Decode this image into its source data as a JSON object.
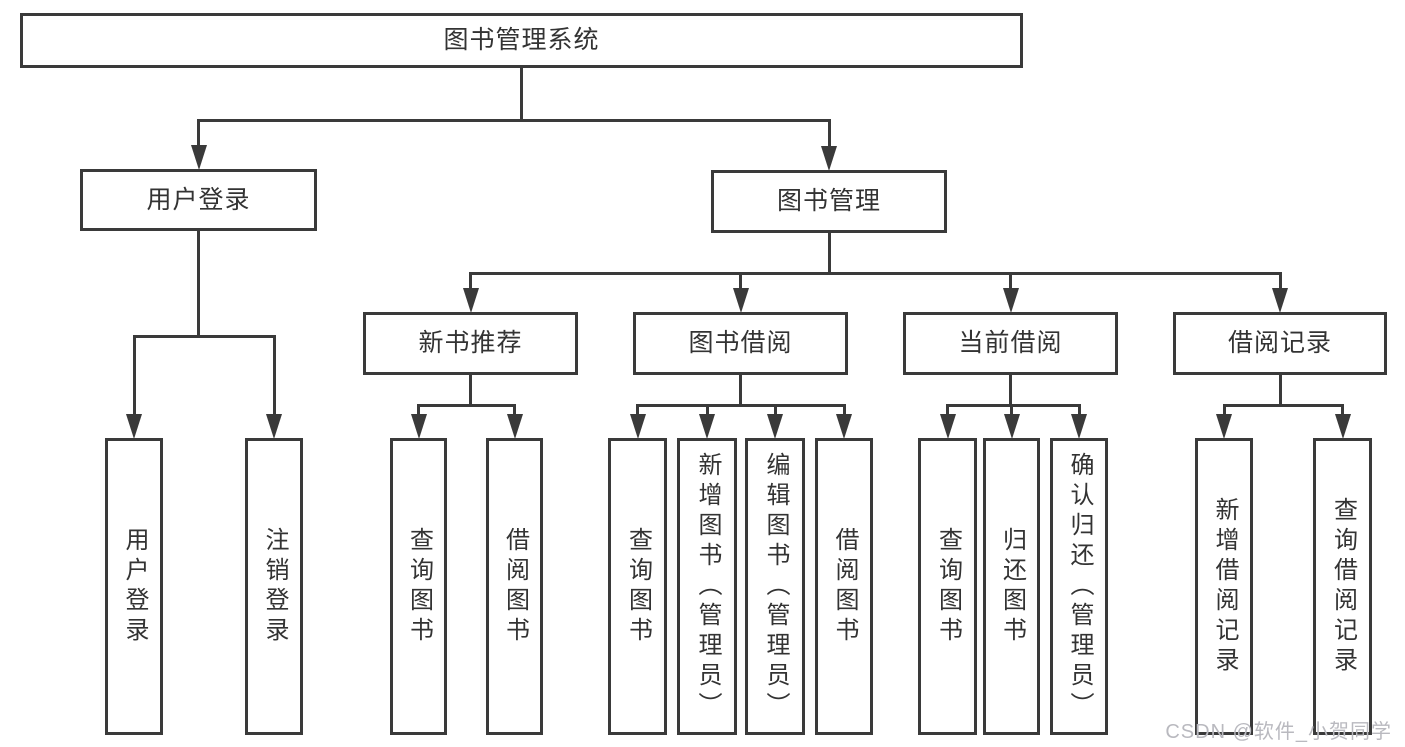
{
  "diagram_title": "图书管理系统",
  "watermark": {
    "text": "CSDN @软件_小贺同学"
  },
  "colors": {
    "line": "#3a3a3a",
    "text": "#333333",
    "watermark": "#b9b9bf",
    "background": "#ffffff"
  },
  "nodes": [
    {
      "id": "system",
      "label": "图书管理系统",
      "parent": null
    },
    {
      "id": "user-login",
      "label": "用户登录",
      "parent": "system"
    },
    {
      "id": "book-mgmt",
      "label": "图书管理",
      "parent": "system"
    },
    {
      "id": "user-login-leaf",
      "label": "用户登录",
      "parent": "user-login"
    },
    {
      "id": "logout-leaf",
      "label": "注销登录",
      "parent": "user-login"
    },
    {
      "id": "new-book-rec",
      "label": "新书推荐",
      "parent": "book-mgmt"
    },
    {
      "id": "book-borrow",
      "label": "图书借阅",
      "parent": "book-mgmt"
    },
    {
      "id": "current-borrow",
      "label": "当前借阅",
      "parent": "book-mgmt"
    },
    {
      "id": "borrow-records",
      "label": "借阅记录",
      "parent": "book-mgmt"
    },
    {
      "id": "rec-query-books",
      "label": "查询图书",
      "parent": "new-book-rec"
    },
    {
      "id": "rec-borrow-books",
      "label": "借阅图书",
      "parent": "new-book-rec"
    },
    {
      "id": "bb-query-books",
      "label": "查询图书",
      "parent": "book-borrow"
    },
    {
      "id": "bb-add-books",
      "label": "新增图书（管理员）",
      "parent": "book-borrow"
    },
    {
      "id": "bb-edit-books",
      "label": "编辑图书（管理员）",
      "parent": "book-borrow"
    },
    {
      "id": "bb-borrow-books",
      "label": "借阅图书",
      "parent": "book-borrow"
    },
    {
      "id": "cb-query-books",
      "label": "查询图书",
      "parent": "current-borrow"
    },
    {
      "id": "cb-return-books",
      "label": "归还图书",
      "parent": "current-borrow"
    },
    {
      "id": "cb-confirm-return",
      "label": "确认归还（管理员）",
      "parent": "current-borrow"
    },
    {
      "id": "br-add-record",
      "label": "新增借阅记录",
      "parent": "borrow-records"
    },
    {
      "id": "br-query-record",
      "label": "查询借阅记录",
      "parent": "borrow-records"
    }
  ]
}
